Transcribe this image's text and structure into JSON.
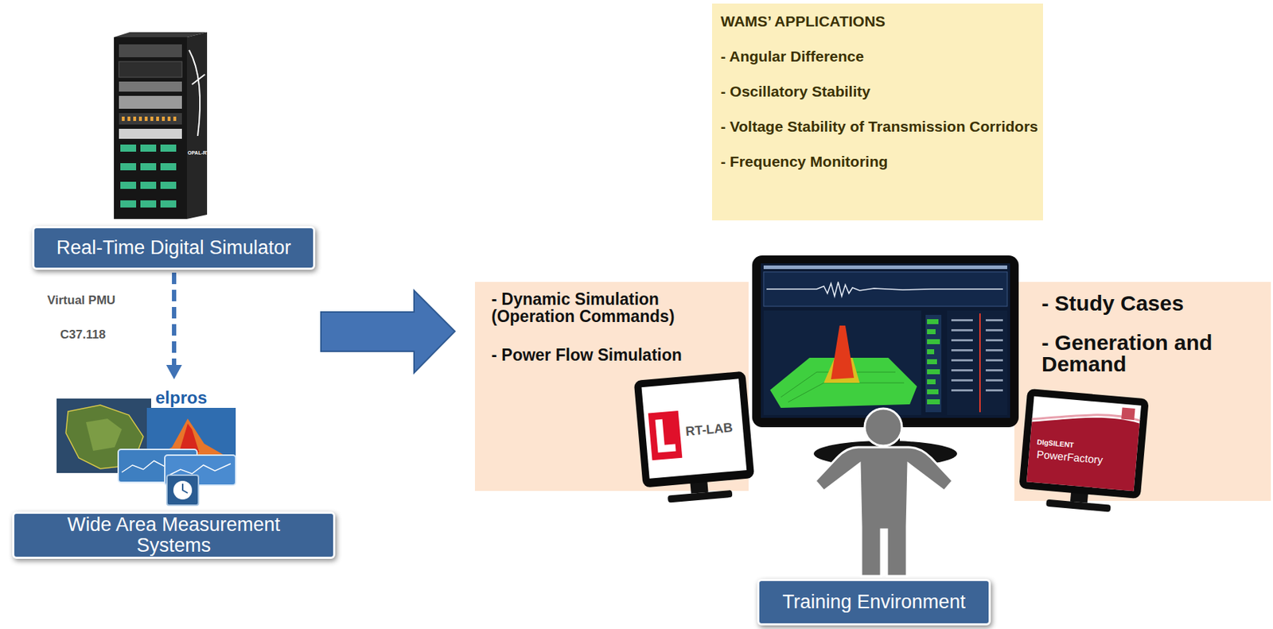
{
  "diagram": {
    "nodes": [
      {
        "text": [
          "Real-Time Digital Simulator"
        ]
      },
      {
        "text": [
          "Wide Area Measurement Systems"
        ]
      },
      {
        "text": [
          "WAMS’ APPLICATIONS",
          "- Angular Difference",
          "- Oscillatory Stability",
          "- Voltage Stability of Transmission Corridors",
          "- Frequency Monitoring"
        ]
      },
      {
        "text": [
          "- Dynamic Simulation (Operation Commands)",
          "- Power Flow Simulation"
        ]
      },
      {
        "text": [
          "- Study Cases",
          "- Generation and Demand"
        ]
      },
      {
        "text": [
          "Training Environment"
        ]
      }
    ],
    "edges": [
      {
        "from": 0,
        "to": 1,
        "arrow": "to"
      }
    ],
    "labels": [
      "Virtual PMU",
      "C37.118",
      "OPAL-RT",
      "elpros",
      "RT-LAB",
      "DIgSILENT",
      "PowerFactory"
    ]
  }
}
